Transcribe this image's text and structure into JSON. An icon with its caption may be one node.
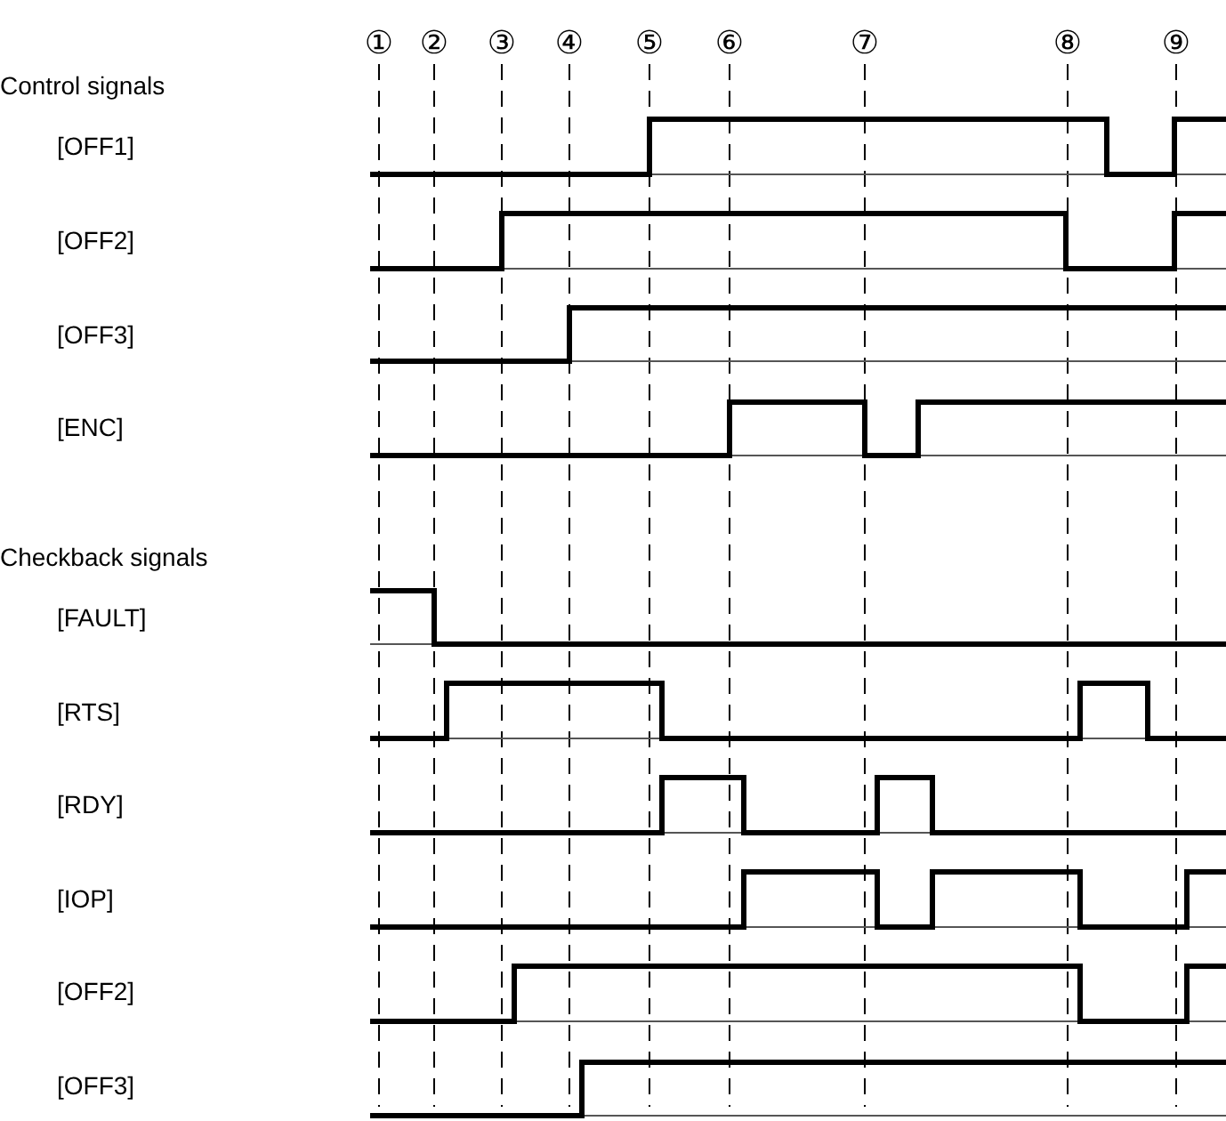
{
  "diagram": {
    "labels": [
      "①",
      "②",
      "③",
      "④",
      "⑤",
      "⑥",
      "⑦",
      "⑧",
      "⑨",
      "Control signals",
      "[OFF1]",
      "[OFF2]",
      "[OFF3]",
      "[ENC]",
      "Checkback signals",
      "[FAULT]",
      "[RTS]",
      "[RDY]",
      "[IOP]",
      "[OFF2]",
      "[OFF3]"
    ]
  }
}
